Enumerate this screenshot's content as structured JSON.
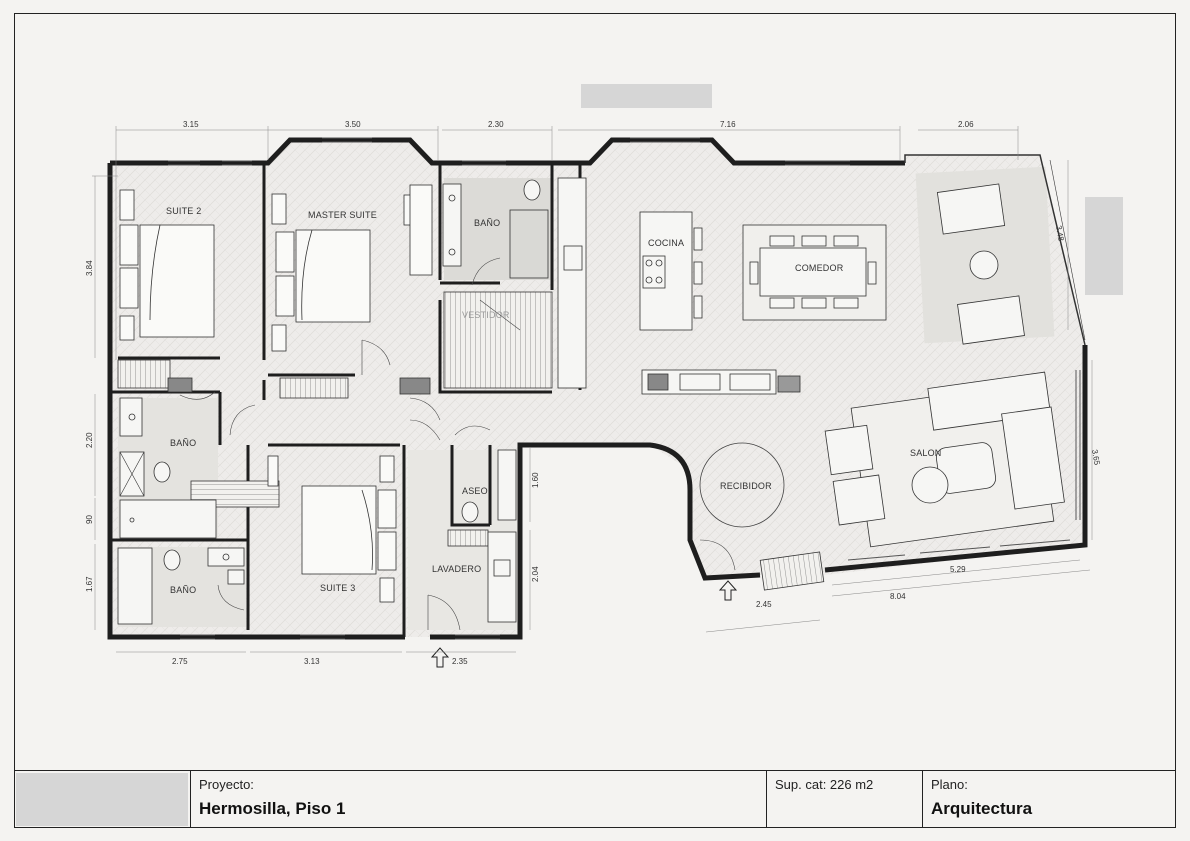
{
  "plan": {
    "rooms": {
      "suite2": "SUITE 2",
      "master_suite": "MASTER SUITE",
      "bano_top": "BAÑO",
      "vestidor": "VESTIDOR",
      "cocina": "COCINA",
      "comedor": "COMEDOR",
      "bano_left": "BAÑO",
      "bano_bottom": "BAÑO",
      "suite3": "SUITE 3",
      "aseo": "ASEO",
      "lavadero": "LAVADERO",
      "recibidor": "RECIBIDOR",
      "salon": "SALON"
    },
    "dimensions": {
      "top_1": "3.15",
      "top_2": "3.50",
      "top_3": "2.30",
      "top_4": "7.16",
      "top_5": "2.06",
      "left_1": "3.84",
      "left_2": "2.20",
      "left_3": "90",
      "left_4": "1.67",
      "bottom_1": "2.75",
      "bottom_2": "3.13",
      "bottom_3": "2.35",
      "aseo_side": "1.60",
      "lavadero_side": "2.04",
      "recibidor_bottom": "2.45",
      "salon_inner": "5.29",
      "salon_total": "8.04",
      "terrace_side": "3.48",
      "salon_side": "3.65"
    }
  },
  "title_block": {
    "project_label": "Proyecto:",
    "project_value": "Hermosilla, Piso 1",
    "area_label": "Sup. cat: 226 m2",
    "plan_label": "Plano:",
    "plan_value": "Arquitectura"
  }
}
